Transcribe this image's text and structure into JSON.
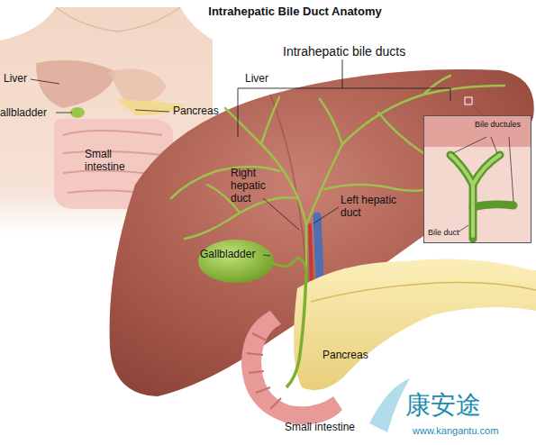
{
  "diagram": {
    "title": "Intrahepatic Bile Duct Anatomy",
    "nodes": [
      {
        "text": [
          "Bile ductules",
          "Bile duct"
        ]
      }
    ],
    "edges": [],
    "labels": [
      "Liver",
      "allbladder",
      "Pancreas",
      "Small intestine",
      "Intrahepatic bile ducts",
      "Liver",
      "Right hepatic duct",
      "Left hepatic duct",
      "Gallbladder",
      "Pancreas",
      "Small intestine",
      "康安途",
      "www.kangantu.com"
    ]
  }
}
